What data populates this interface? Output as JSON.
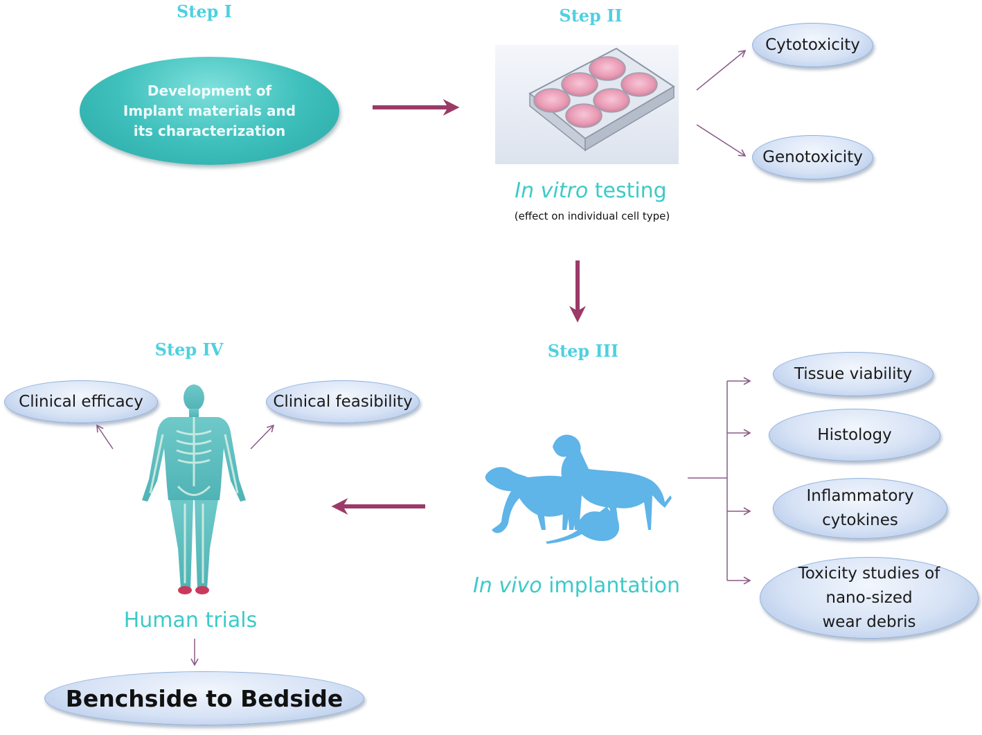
{
  "steps": {
    "step1": "Step I",
    "step2": "Step II",
    "step3": "Step III",
    "step4": "Step IV"
  },
  "step1_box": {
    "line1": "Development of",
    "line2": "Implant materials and",
    "line3": "its characterization"
  },
  "in_vitro": {
    "italic": "In vitro",
    "rest": " testing",
    "subtitle": "(effect on individual cell type)"
  },
  "in_vitro_outcomes": [
    "Cytotoxicity",
    "Genotoxicity"
  ],
  "in_vivo": {
    "italic": "In vivo",
    "rest": " implantation"
  },
  "in_vivo_outcomes": {
    "tissue": "Tissue viability",
    "histology": "Histology",
    "inflammatory_l1": "Inflammatory",
    "inflammatory_l2": "cytokines",
    "toxicity_l1": "Toxicity studies of",
    "toxicity_l2": "nano-sized",
    "toxicity_l3": "wear debris"
  },
  "human_trials": {
    "label": "Human trials",
    "left_outcome": "Clinical efficacy",
    "right_outcome": "Clinical feasibility"
  },
  "final": "Benchside to Bedside",
  "colors": {
    "step_label": "#4fd0e0",
    "big_arrow": "#9b3a68",
    "thin_arrow": "#8a5a86",
    "teal_oval": "#3fc0bc",
    "cyan_text": "#3ccac8",
    "animal_blue": "#5fb4e8"
  }
}
